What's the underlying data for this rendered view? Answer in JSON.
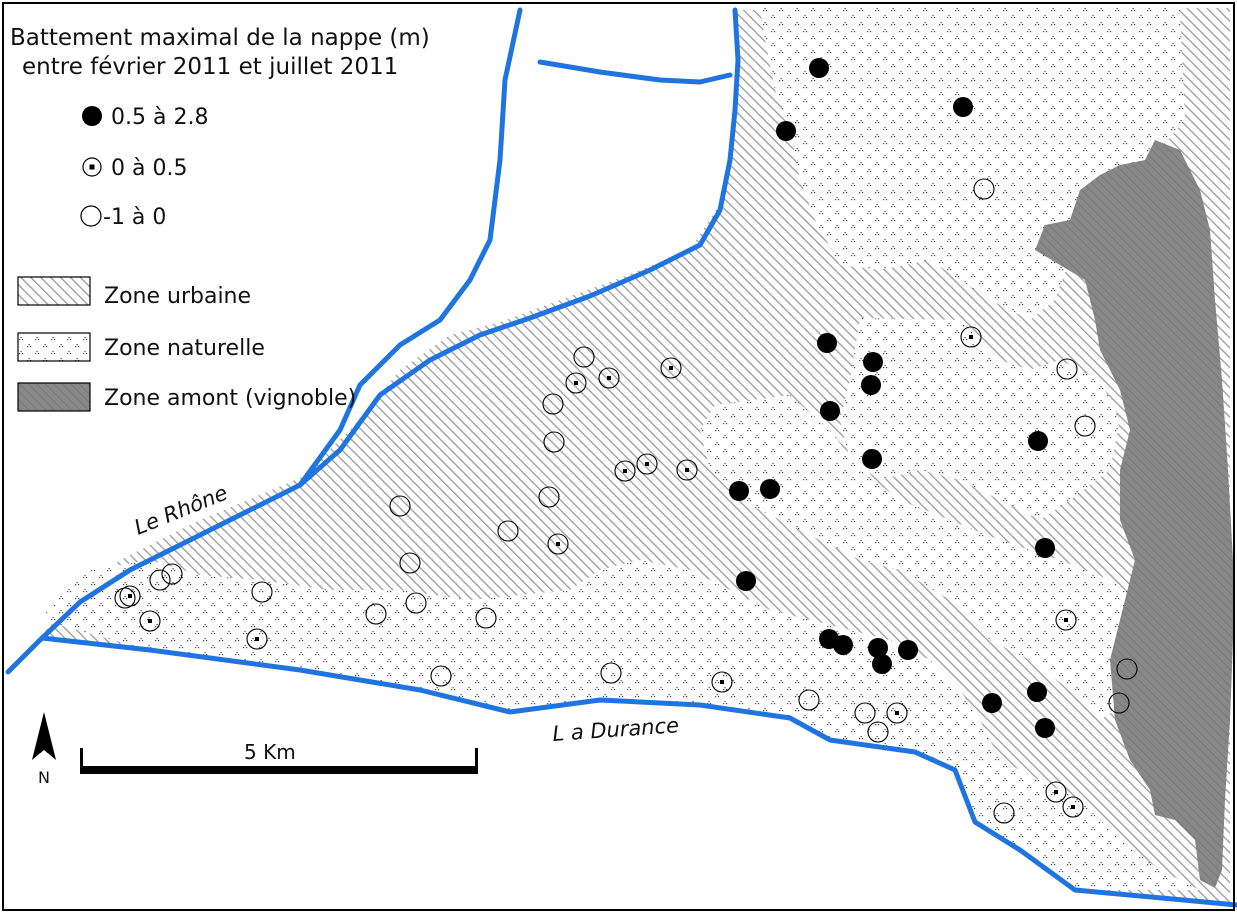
{
  "legend": {
    "title_line1": "Battement maximal de la nappe (m)",
    "title_line2": "entre février 2011 et juillet 2011",
    "classes": [
      {
        "label": "0.5 à 2.8",
        "symbol": "filled-dot"
      },
      {
        "label": "0 à 0.5",
        "symbol": "dot-in-circle"
      },
      {
        "label": "-1 à 0",
        "symbol": "hollow-circle"
      }
    ],
    "zones": [
      {
        "label": "Zone urbaine",
        "pattern": "diagonal-hatch-light"
      },
      {
        "label": "Zone naturelle",
        "pattern": "white-dotted"
      },
      {
        "label": "Zone amont (vignoble)",
        "pattern": "dark-gray-hatch"
      }
    ]
  },
  "rivers": {
    "rhone_label": "Le Rhône",
    "durance_label": "L a Durance"
  },
  "scale_bar": {
    "label": "5 Km"
  },
  "north_arrow": {
    "label": "N"
  },
  "colors": {
    "river": "#1f74e0",
    "urban_hatch": "#9a9a9a",
    "upstream_zone": "#858585",
    "marker": "#000000"
  },
  "wells": {
    "high": [
      [
        819,
        68
      ],
      [
        963,
        107
      ],
      [
        786,
        131
      ],
      [
        827,
        343
      ],
      [
        873,
        362
      ],
      [
        871,
        385
      ],
      [
        830,
        411
      ],
      [
        872,
        459
      ],
      [
        1038,
        441
      ],
      [
        739,
        491
      ],
      [
        770,
        489
      ],
      [
        1045,
        548
      ],
      [
        746,
        581
      ],
      [
        829,
        639
      ],
      [
        843,
        645
      ],
      [
        878,
        648
      ],
      [
        908,
        650
      ],
      [
        882,
        664
      ],
      [
        992,
        703
      ],
      [
        1037,
        692
      ],
      [
        1045,
        728
      ]
    ],
    "mid": [
      [
        971,
        337
      ],
      [
        576,
        383
      ],
      [
        609,
        378
      ],
      [
        671,
        368
      ],
      [
        625,
        471
      ],
      [
        647,
        464
      ],
      [
        687,
        470
      ],
      [
        558,
        544
      ],
      [
        130,
        596
      ],
      [
        150,
        621
      ],
      [
        257,
        639
      ],
      [
        722,
        682
      ],
      [
        1066,
        620
      ],
      [
        897,
        713
      ],
      [
        1056,
        792
      ],
      [
        1073,
        807
      ]
    ],
    "low": [
      [
        984,
        189
      ],
      [
        584,
        357
      ],
      [
        553,
        404
      ],
      [
        554,
        442
      ],
      [
        549,
        497
      ],
      [
        508,
        531
      ],
      [
        400,
        506
      ],
      [
        410,
        563
      ],
      [
        416,
        603
      ],
      [
        376,
        614
      ],
      [
        486,
        618
      ],
      [
        441,
        676
      ],
      [
        262,
        592
      ],
      [
        172,
        574
      ],
      [
        160,
        580
      ],
      [
        125,
        598
      ],
      [
        611,
        673
      ],
      [
        809,
        700
      ],
      [
        865,
        713
      ],
      [
        878,
        732
      ],
      [
        1067,
        369
      ],
      [
        1085,
        426
      ],
      [
        1127,
        669
      ],
      [
        1119,
        703
      ],
      [
        1004,
        813
      ]
    ]
  }
}
